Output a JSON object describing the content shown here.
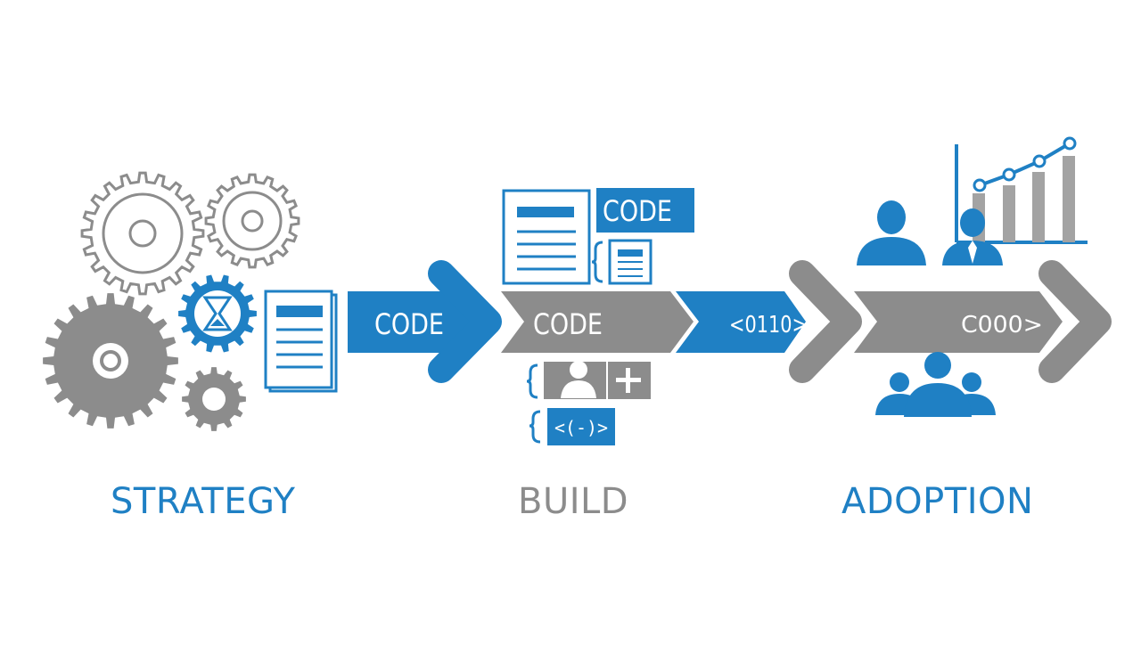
{
  "palette": {
    "blue": "#1f80c4",
    "gray": "#8c8c8c",
    "light_gray": "#a3a3a3",
    "white": "#ffffff"
  },
  "phases": {
    "strategy": "STRATEGY",
    "build": "BUILD",
    "adoption": "ADOPTION"
  },
  "arrows": {
    "strategy_arrow": "CODE",
    "build_arrow": "CODE",
    "transition_arrow": "<0110>",
    "adoption_arrow": "C000>"
  },
  "tags": {
    "code_tag": "CODE",
    "bracket_tag": "<(-)>"
  }
}
